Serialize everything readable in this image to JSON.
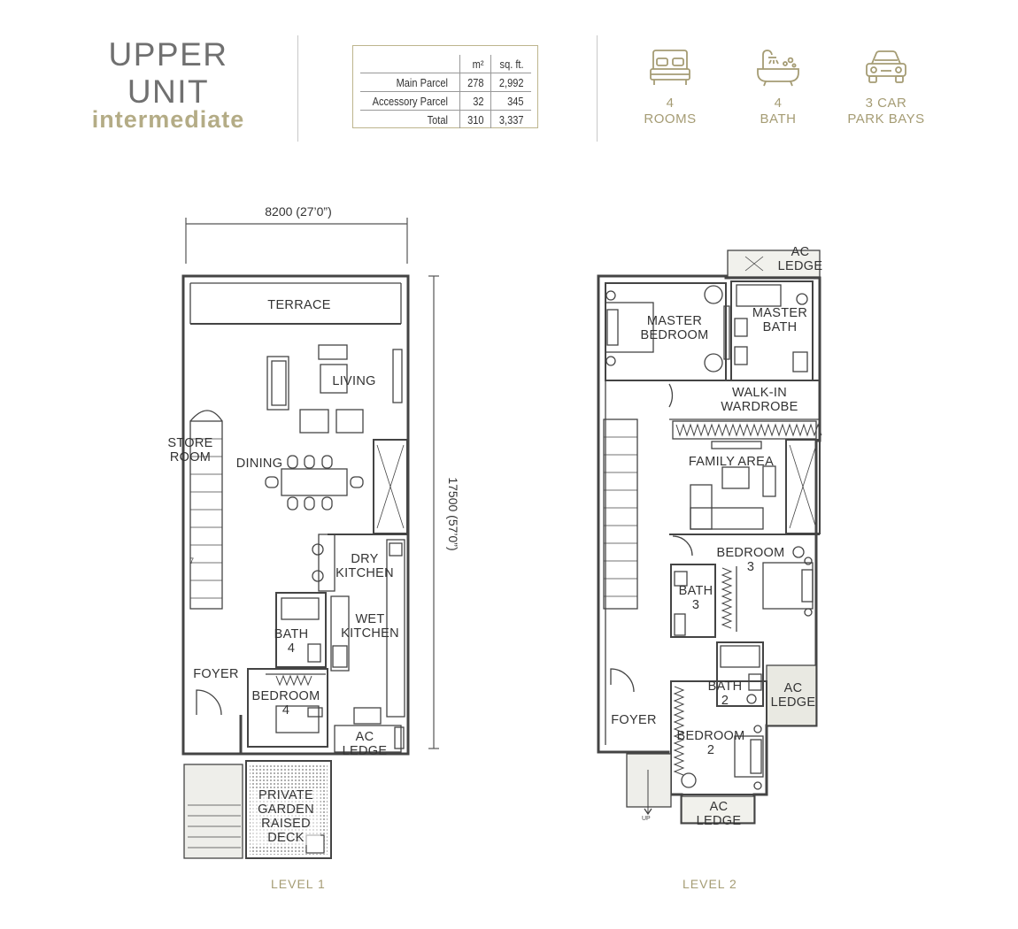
{
  "header": {
    "title_line1": "UPPER",
    "title_line2": "UNIT",
    "subtitle": "intermediate"
  },
  "area_table": {
    "col_m2": "m²",
    "col_sqft": "sq. ft.",
    "rows": [
      {
        "label": "Main Parcel",
        "m2": "278",
        "sqft": "2,992"
      },
      {
        "label": "Accessory Parcel",
        "m2": "32",
        "sqft": "345"
      },
      {
        "label": "Total",
        "m2": "310",
        "sqft": "3,337"
      }
    ]
  },
  "features": [
    {
      "icon": "bed-icon",
      "line1": "4",
      "line2": "ROOMS"
    },
    {
      "icon": "bathtub-icon",
      "line1": "4",
      "line2": "BATH"
    },
    {
      "icon": "car-icon",
      "line1": "3 CAR",
      "line2": "PARK BAYS"
    }
  ],
  "level1": {
    "width_dim": "8200  (27’0”)",
    "depth_dim": "17500 (57’0”)",
    "caption": "LEVEL 1",
    "rooms": {
      "terrace": "TERRACE",
      "living": "LIVING",
      "store1": "STORE",
      "store2": "ROOM",
      "dining": "DINING",
      "dry1": "DRY",
      "dry2": "KITCHEN",
      "wet1": "WET",
      "wet2": "KITCHEN",
      "bath4a": "BATH",
      "bath4b": "4",
      "foyer": "FOYER",
      "bed4a": "BEDROOM",
      "bed4b": "4",
      "ac1": "AC",
      "ac2": "LEDGE",
      "pg1": "PRIVATE",
      "pg2": "GARDEN",
      "pg3": "RAISED",
      "pg4": "DECK",
      "stair_no": "7"
    }
  },
  "level2": {
    "caption": "LEVEL 2",
    "rooms": {
      "actop1": "AC",
      "actop2": "LEDGE",
      "master1": "MASTER",
      "master2": "BEDROOM",
      "mbath1": "MASTER",
      "mbath2": "BATH",
      "walk1": "WALK-IN",
      "walk2": "WARDROBE",
      "family": "FAMILY AREA",
      "bed3a": "BEDROOM",
      "bed3b": "3",
      "bath3a": "BATH",
      "bath3b": "3",
      "bath2a": "BATH",
      "bath2b": "2",
      "acr1": "AC",
      "acr2": "LEDGE",
      "foyer": "FOYER",
      "bed2a": "BEDROOM",
      "bed2b": "2",
      "acb1": "AC",
      "acb2": "LEDGE",
      "up": "UP"
    }
  }
}
